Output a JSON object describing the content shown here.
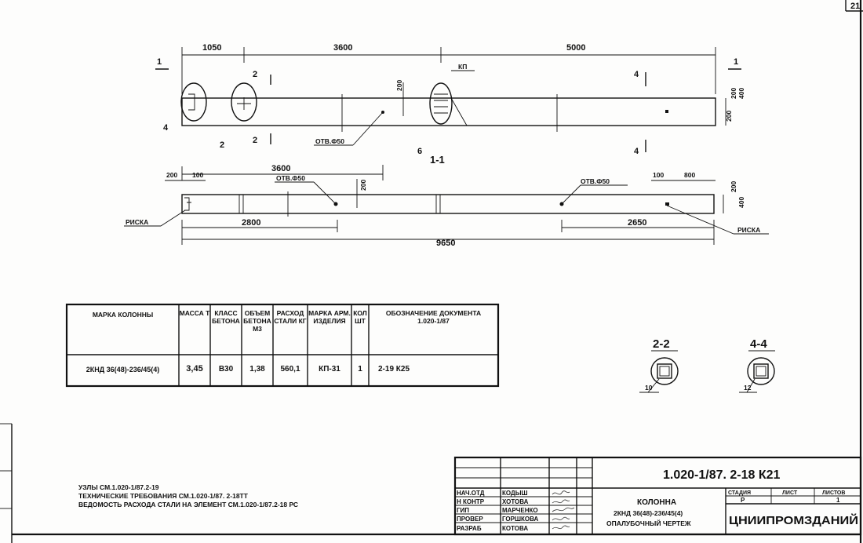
{
  "sheet_number": "21",
  "plan_view": {
    "dims_top": [
      "1050",
      "3600",
      "5000"
    ],
    "dim_bottom": "3600",
    "dim_height": [
      "200",
      "400",
      "200"
    ],
    "hole_label": "ОТВ.Ф50",
    "kp_label": "КП",
    "section_marks": [
      "1",
      "1",
      "2",
      "2",
      "4",
      "4"
    ],
    "callouts": [
      "4",
      "2",
      "6"
    ]
  },
  "section_1_1": {
    "title": "1-1",
    "dims_top_left": [
      "200",
      "100"
    ],
    "dims_top_right": [
      "100",
      "800"
    ],
    "dim_hole": "200",
    "hole_labels": [
      "ОТВ.Ф50",
      "ОТВ.Ф50"
    ],
    "dims_bottom": [
      "2800",
      "2650",
      "9650"
    ],
    "dim_height": [
      "200",
      "400"
    ],
    "risk_labels": [
      "РИСКА",
      "РИСКА"
    ]
  },
  "table": {
    "headers": [
      "МАРКА КОЛОННЫ",
      "МАССА Т",
      "КЛАСС БЕТОНА",
      "ОБЪЕМ БЕТОНА М3",
      "РАСХОД СТАЛИ КГ",
      "МАРКА АРМ. ИЗДЕЛИЯ",
      "КОЛ ШТ",
      "ОБОЗНАЧЕНИЕ ДОКУМЕНТА 1.020-1/87"
    ],
    "row": [
      "2КНД 36(48)-236/45(4)",
      "3,45",
      "В30",
      "1,38",
      "560,1",
      "КП-31",
      "1",
      "2-19 К25"
    ]
  },
  "sections": [
    {
      "title": "2-2",
      "callout": "10"
    },
    {
      "title": "4-4",
      "callout": "12"
    }
  ],
  "notes": [
    "УЗЛЫ СМ.1.020-1/87.2-19",
    "ТЕХНИЧЕСКИЕ ТРЕБОВАНИЯ СМ.1.020-1/87. 2-18ТТ",
    "ВЕДОМОСТЬ РАСХОДА СТАЛИ НА ЭЛЕМЕНТ СМ.1.020-1/87.2-18 РС"
  ],
  "title_block": {
    "code": "1.020-1/87. 2-18 К21",
    "roles": [
      {
        "role": "НАЧ.ОТД",
        "name": "КОДЫШ"
      },
      {
        "role": "Н КОНТР",
        "name": "ХОТОВА"
      },
      {
        "role": "ГИП",
        "name": "МАРЧЕНКО"
      },
      {
        "role": "ПРОВЕР",
        "name": "ГОРШКОВА"
      },
      {
        "role": "РАЗРАБ",
        "name": "КОТОВА"
      }
    ],
    "element": "КОЛОННА",
    "mark": "2КНД 36(48)-236/45(4)",
    "drawing_type": "ОПАЛУБОЧНЫЙ ЧЕРТЕЖ",
    "stage_header": "СТАДИЯ",
    "sheet_header": "ЛИСТ",
    "sheets_header": "ЛИСТОВ",
    "stage": "Р",
    "sheets": "1",
    "organization": "ЦНИИПРОМЗДАНИЙ"
  }
}
